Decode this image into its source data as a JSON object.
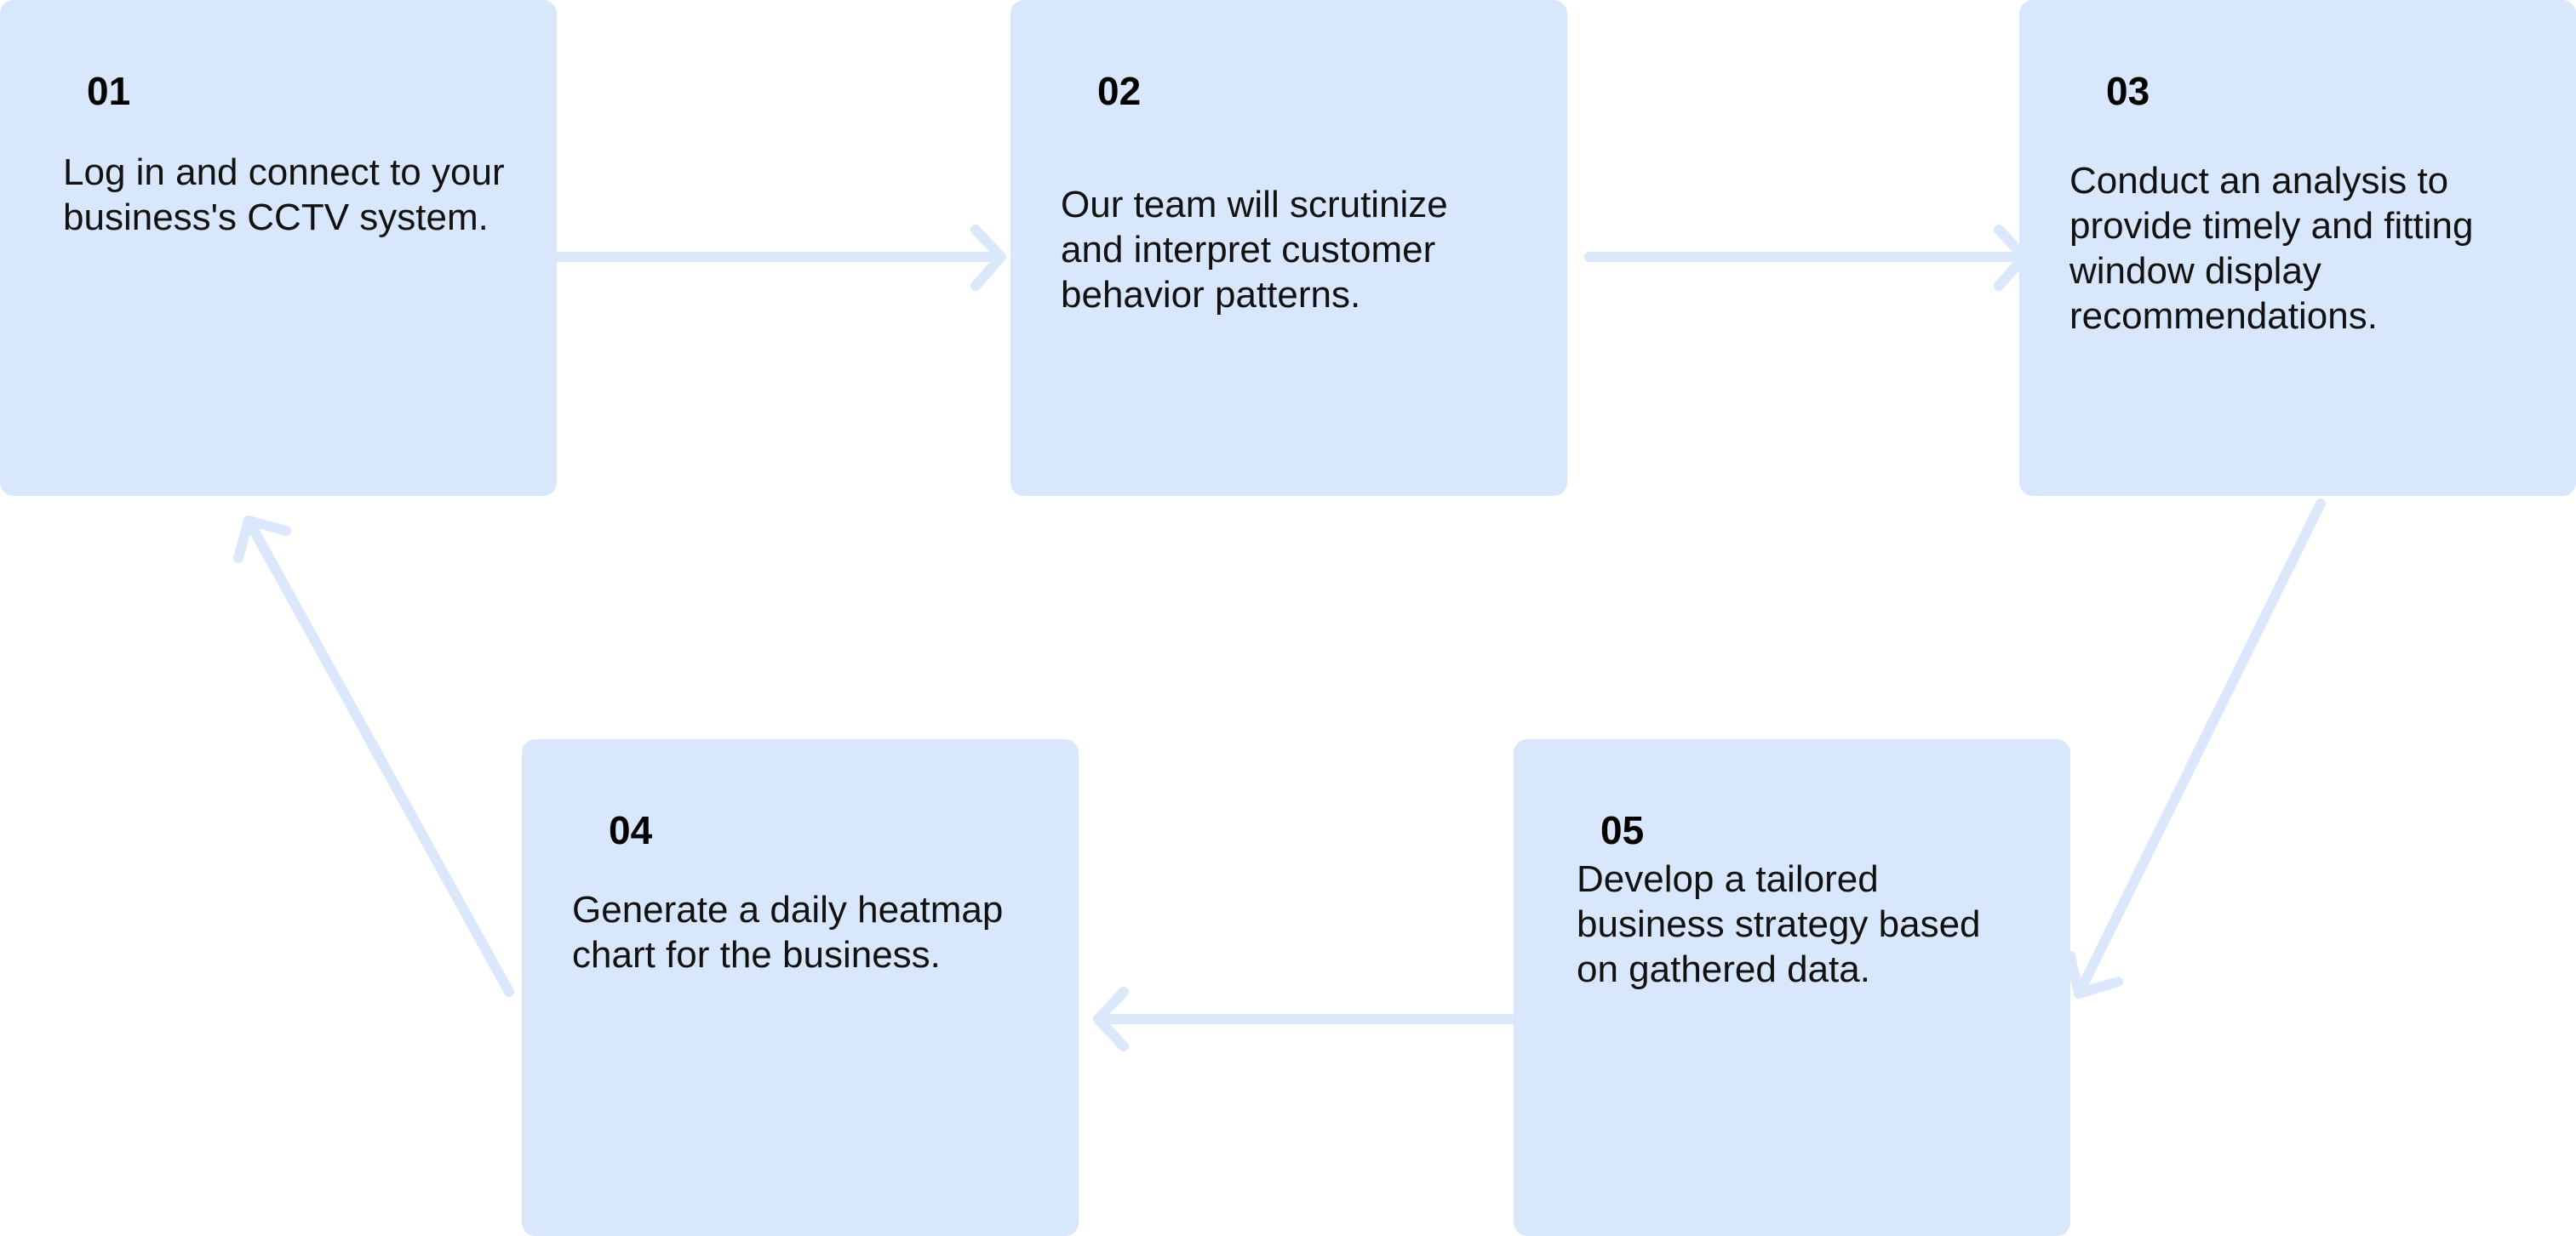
{
  "steps": [
    {
      "number": "01",
      "text": "Log in and connect to your business's CCTV system."
    },
    {
      "number": "02",
      "text": "Our team will scrutinize and interpret customer behavior patterns."
    },
    {
      "number": "03",
      "text": "Conduct an analysis to provide timely and fitting window display recommendations."
    },
    {
      "number": "04",
      "text": "Generate a daily heatmap chart for the business."
    },
    {
      "number": "05",
      "text": "Develop a tailored business strategy based on gathered data."
    }
  ],
  "colors": {
    "card": "#d9e7fc",
    "arrow": "#dbe8fc",
    "text": "#111111"
  }
}
